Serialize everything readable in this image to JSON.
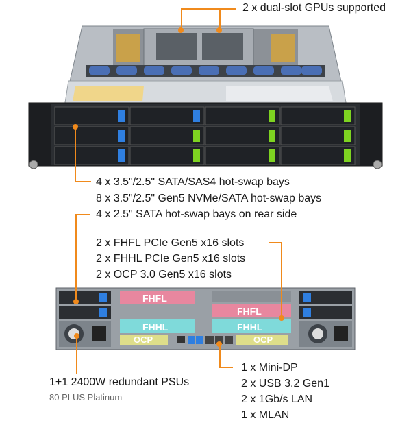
{
  "callouts": {
    "gpu": "2 x dual-slot GPUs supported",
    "front_bays": [
      "4 x 3.5\"/2.5\" SATA/SAS4  hot-swap bays",
      "8 x 3.5\"/2.5\" Gen5 NVMe/SATA  hot-swap bays",
      "4 x 2.5\" SATA  hot-swap bays on rear side"
    ],
    "slots": [
      "2 x FHFL PCIe Gen5 x16 slots",
      "2 x FHHL PCIe Gen5 x16 slots",
      "2 x OCP 3.0 Gen5 x16 slots"
    ],
    "psu_title": "1+1 2400W redundant PSUs",
    "psu_sub": "80 PLUS Platinum",
    "ports": [
      "1 x Mini-DP",
      "2 x USB 3.2 Gen1",
      "2 x 1Gb/s LAN",
      "1 x MLAN"
    ]
  },
  "rear_labels": {
    "fhfl": "FHFL",
    "fhhl": "FHHL",
    "ocp": "OCP"
  },
  "colors": {
    "accent": "#f08a1c",
    "fhfl": "#e8879f",
    "fhhl": "#7fdada",
    "ocp": "#dede8a",
    "drive_blue": "#2f7fe0",
    "drive_green": "#7ed321"
  }
}
